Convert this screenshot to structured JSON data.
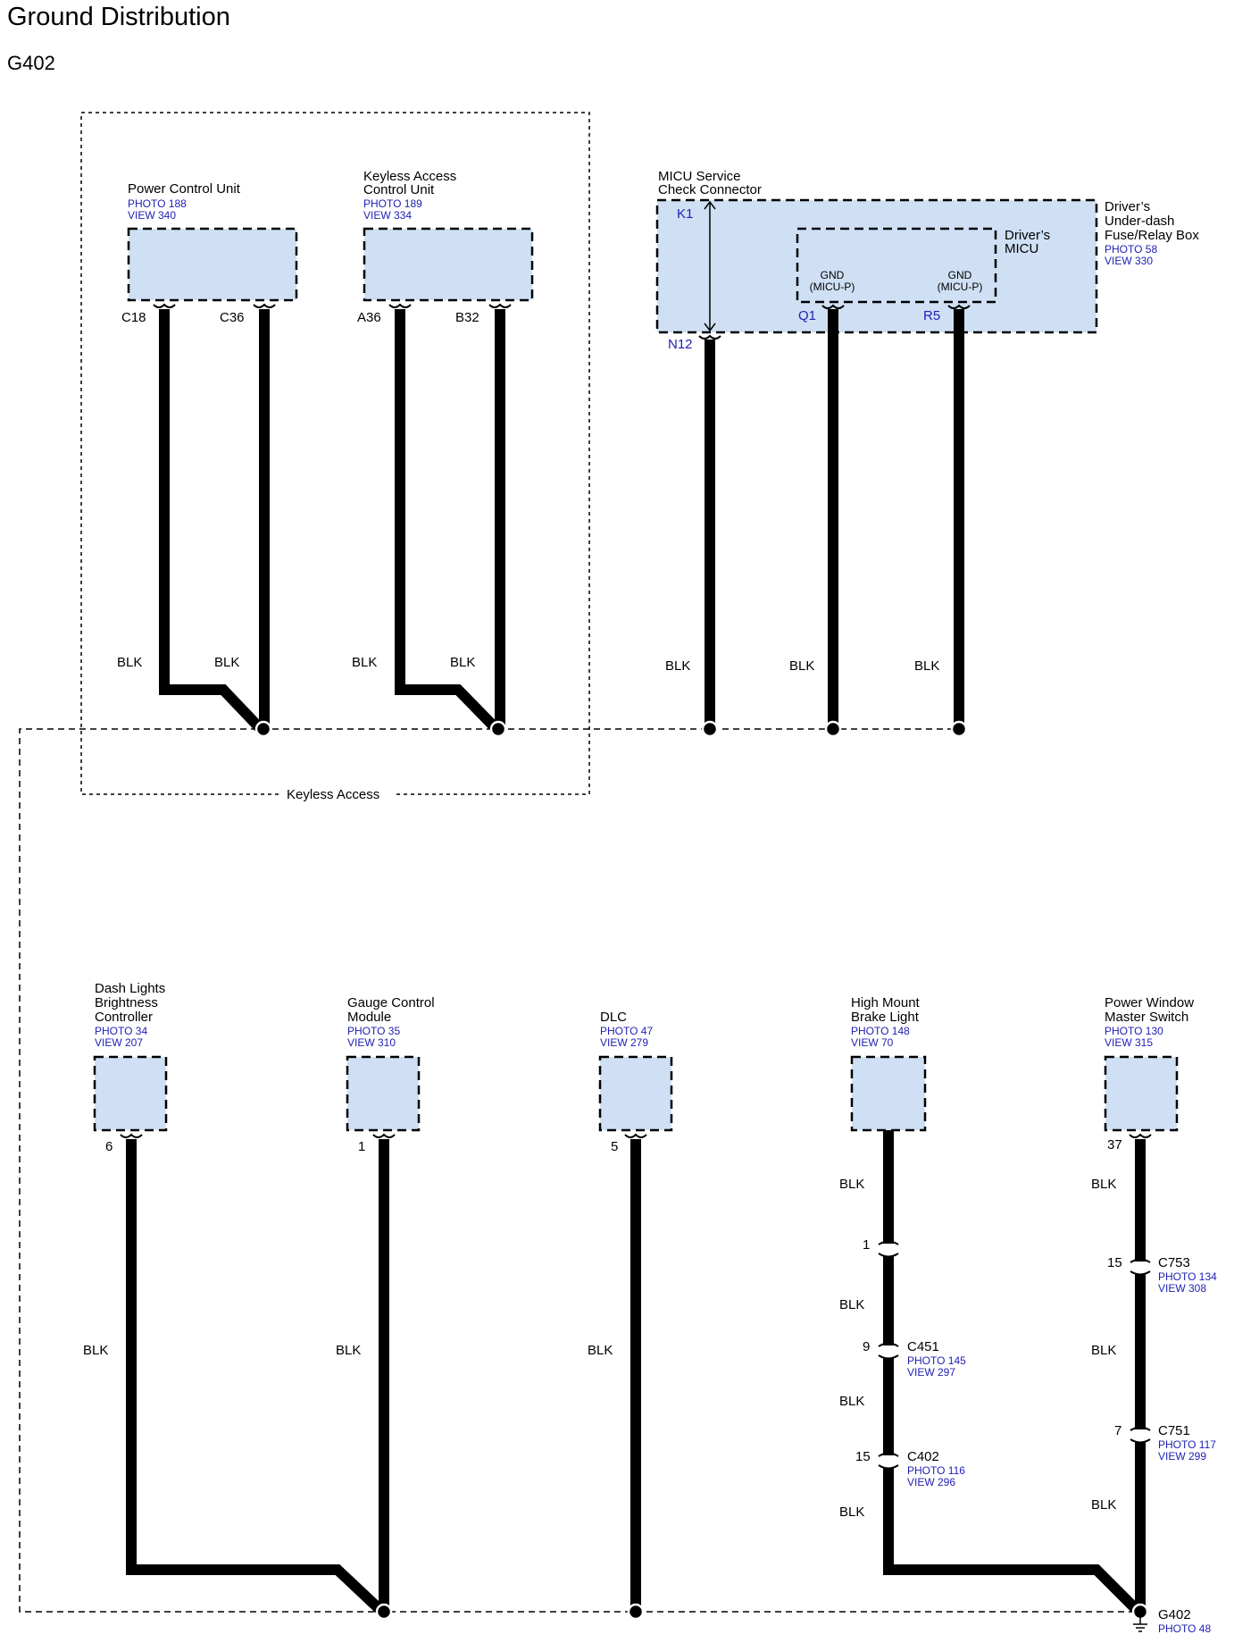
{
  "header": {
    "title": "Ground Distribution",
    "subtitle": "G402"
  },
  "region": {
    "label": "Keyless Access"
  },
  "components": {
    "pcu": {
      "name_lines": [
        "Power Control Unit"
      ],
      "photo": "PHOTO 188",
      "view": "VIEW 340"
    },
    "keyless": {
      "name_lines": [
        "Keyless Access",
        "Control Unit"
      ],
      "photo": "PHOTO 189",
      "view": "VIEW 334"
    },
    "micu_check": {
      "name_lines": [
        "MICU Service",
        "Check Connector"
      ]
    },
    "fusebox": {
      "name_lines": [
        "Driver’s",
        "Under-dash",
        "Fuse/Relay Box"
      ],
      "photo": "PHOTO 58",
      "view": "VIEW 330"
    },
    "micu": {
      "name_lines": [
        "Driver’s",
        "MICU"
      ],
      "gnd_label": "GND",
      "gnd_sub": "(MICU-P)"
    },
    "dash": {
      "name_lines": [
        "Dash Lights",
        "Brightness",
        "Controller"
      ],
      "photo": "PHOTO 34",
      "view": "VIEW 207"
    },
    "gauge": {
      "name_lines": [
        "Gauge Control",
        "Module"
      ],
      "photo": "PHOTO 35",
      "view": "VIEW 310"
    },
    "dlc": {
      "name_lines": [
        "DLC"
      ],
      "photo": "PHOTO 47",
      "view": "VIEW 279"
    },
    "brake": {
      "name_lines": [
        "High Mount",
        "Brake Light"
      ],
      "photo": "PHOTO 148",
      "view": "VIEW 70"
    },
    "window": {
      "name_lines": [
        "Power Window",
        "Master Switch"
      ],
      "photo": "PHOTO 130",
      "view": "VIEW 315"
    }
  },
  "pins": {
    "c18": "C18",
    "c36": "C36",
    "a36": "A36",
    "b32": "B32",
    "k1": "K1",
    "n12": "N12",
    "q1": "Q1",
    "r5": "R5",
    "dash": "6",
    "gauge": "1",
    "dlc": "5",
    "window": "37",
    "brake_in1": "1",
    "brake_c451": "9",
    "brake_c402": "15",
    "window_c753": "15",
    "window_c751": "7"
  },
  "connectors": {
    "c451": {
      "name": "C451",
      "photo": "PHOTO 145",
      "view": "VIEW 297"
    },
    "c402": {
      "name": "C402",
      "photo": "PHOTO 116",
      "view": "VIEW 296"
    },
    "c753": {
      "name": "C753",
      "photo": "PHOTO 134",
      "view": "VIEW 308"
    },
    "c751": {
      "name": "C751",
      "photo": "PHOTO 117",
      "view": "VIEW 299"
    }
  },
  "wire_color": "BLK",
  "ground_point": {
    "name": "G402",
    "photo": "PHOTO 48"
  },
  "colors": {
    "box_fill": "#cfe0f4",
    "link_blue": "#1e1eb4",
    "wire": "#000000"
  }
}
